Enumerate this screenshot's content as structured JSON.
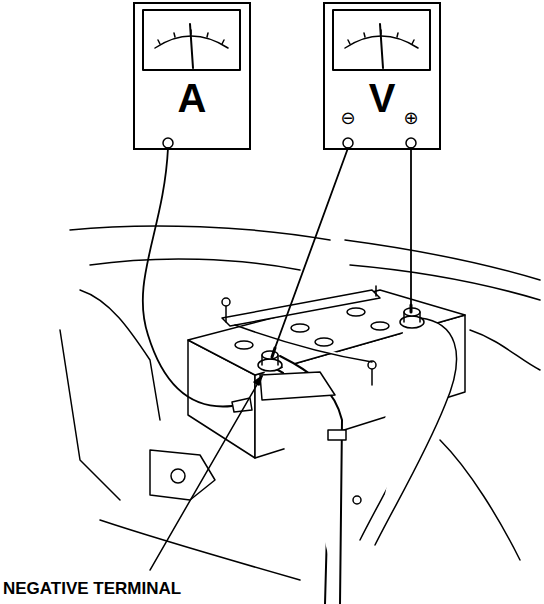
{
  "diagram": {
    "nodes": [
      {
        "text": [
          "A"
        ]
      },
      {
        "text": [
          "V"
        ]
      }
    ],
    "labels": [
      "⊖",
      "⊕",
      "NEGATIVE TERMINAL"
    ]
  }
}
